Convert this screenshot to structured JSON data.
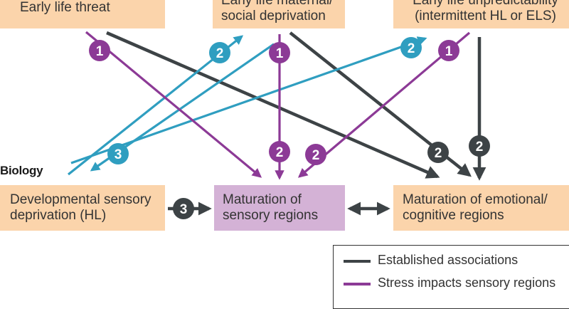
{
  "colors": {
    "established": "#3d4346",
    "stress": "#8c3a96",
    "blue": "#2f9ec0",
    "env_box": "#fbd4ab",
    "sensory_box": "#d4b2d6"
  },
  "boxes": {
    "early_threat": {
      "lines": [
        "Early life threat"
      ]
    },
    "maternal": {
      "lines": [
        "Early life maternal/",
        "social deprivation"
      ]
    },
    "unpredictability": {
      "lines": [
        "Early life unpredictability",
        "(intermittent HL or ELS)"
      ]
    },
    "dev_deprivation": {
      "lines": [
        "Developmental sensory",
        "deprivation (HL)"
      ]
    },
    "maturation_sensory": {
      "lines": [
        "Maturation of",
        "sensory regions"
      ]
    },
    "maturation_emotional": {
      "lines": [
        "Maturation of emotional/",
        "cognitive regions"
      ]
    }
  },
  "section_label": "Biology",
  "badges": [
    {
      "id": "badge-threat-1",
      "num": "1",
      "color": "stress"
    },
    {
      "id": "badge-threat-blue-2",
      "num": "2",
      "color": "blue"
    },
    {
      "id": "badge-maternal-1",
      "num": "1",
      "color": "stress"
    },
    {
      "id": "badge-unpred-blue-2",
      "num": "2",
      "color": "blue"
    },
    {
      "id": "badge-unpred-1",
      "num": "1",
      "color": "stress"
    },
    {
      "id": "badge-blue-3",
      "num": "3",
      "color": "blue"
    },
    {
      "id": "badge-maternal-2",
      "num": "2",
      "color": "stress"
    },
    {
      "id": "badge-unpred-purple-2",
      "num": "2",
      "color": "stress"
    },
    {
      "id": "badge-maternal-dark-2",
      "num": "2",
      "color": "established"
    },
    {
      "id": "badge-unpred-dark-2",
      "num": "2",
      "color": "established"
    },
    {
      "id": "badge-deprivation-3",
      "num": "3",
      "color": "established"
    }
  ],
  "legend": {
    "items": [
      {
        "label": "Established associations",
        "color": "established"
      },
      {
        "label": "Stress impacts sensory regions",
        "color": "stress"
      }
    ]
  }
}
